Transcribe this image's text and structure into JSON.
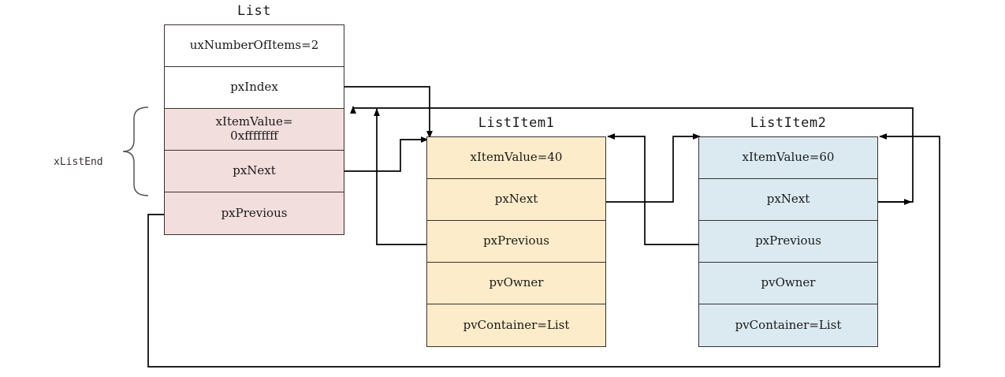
{
  "diagram": {
    "title_list": "List",
    "title_item1": "ListItem1",
    "title_item2": "ListItem2",
    "brace_label": "xListEnd",
    "colors": {
      "list_header": "#ffffff",
      "list_end": "#f2dedd",
      "item1": "#fdecc9",
      "item2": "#dbeaf0",
      "stroke": "#3a3030"
    }
  },
  "list": {
    "name": "List",
    "rows": [
      {
        "label": "uxNumberOfItems=2",
        "fill": "plain"
      },
      {
        "label": "pxIndex",
        "fill": "plain"
      },
      {
        "label": "xItemValue=\n0xffffffff",
        "fill": "pink"
      },
      {
        "label": "pxNext",
        "fill": "pink"
      },
      {
        "label": "pxPrevious",
        "fill": "pink"
      }
    ]
  },
  "item1": {
    "name": "ListItem1",
    "rows": [
      {
        "label": "xItemValue=40",
        "fill": "yellow"
      },
      {
        "label": "pxNext",
        "fill": "yellow"
      },
      {
        "label": "pxPrevious",
        "fill": "yellow"
      },
      {
        "label": "pvOwner",
        "fill": "yellow"
      },
      {
        "label": "pvContainer=List",
        "fill": "yellow"
      }
    ]
  },
  "item2": {
    "name": "ListItem2",
    "rows": [
      {
        "label": "xItemValue=60",
        "fill": "blue"
      },
      {
        "label": "pxNext",
        "fill": "blue"
      },
      {
        "label": "pxPrevious",
        "fill": "blue"
      },
      {
        "label": "pvOwner",
        "fill": "blue"
      },
      {
        "label": "pvContainer=List",
        "fill": "blue"
      }
    ]
  },
  "connections": [
    {
      "name": "pxIndex-to-listitem1",
      "from": "List.pxIndex",
      "to": "ListItem1.top"
    },
    {
      "name": "listend-pxnext-to-listitem1",
      "from": "List.pxNext",
      "to": "ListItem1.top"
    },
    {
      "name": "listitem1-pxprevious-to-listend",
      "from": "ListItem1.pxPrevious",
      "to": "List.xItemValue"
    },
    {
      "name": "listitem1-pxnext-to-listitem2",
      "from": "ListItem1.pxNext",
      "to": "ListItem2.top"
    },
    {
      "name": "listitem2-pxprevious-to-listitem1",
      "from": "ListItem2.pxPrevious",
      "to": "ListItem1.top"
    },
    {
      "name": "listitem2-pxnext-to-listend",
      "from": "ListItem2.pxNext",
      "to": "List.xItemValue"
    },
    {
      "name": "listend-pxprevious-to-listitem2",
      "from": "List.pxPrevious",
      "to": "ListItem2.top"
    }
  ]
}
